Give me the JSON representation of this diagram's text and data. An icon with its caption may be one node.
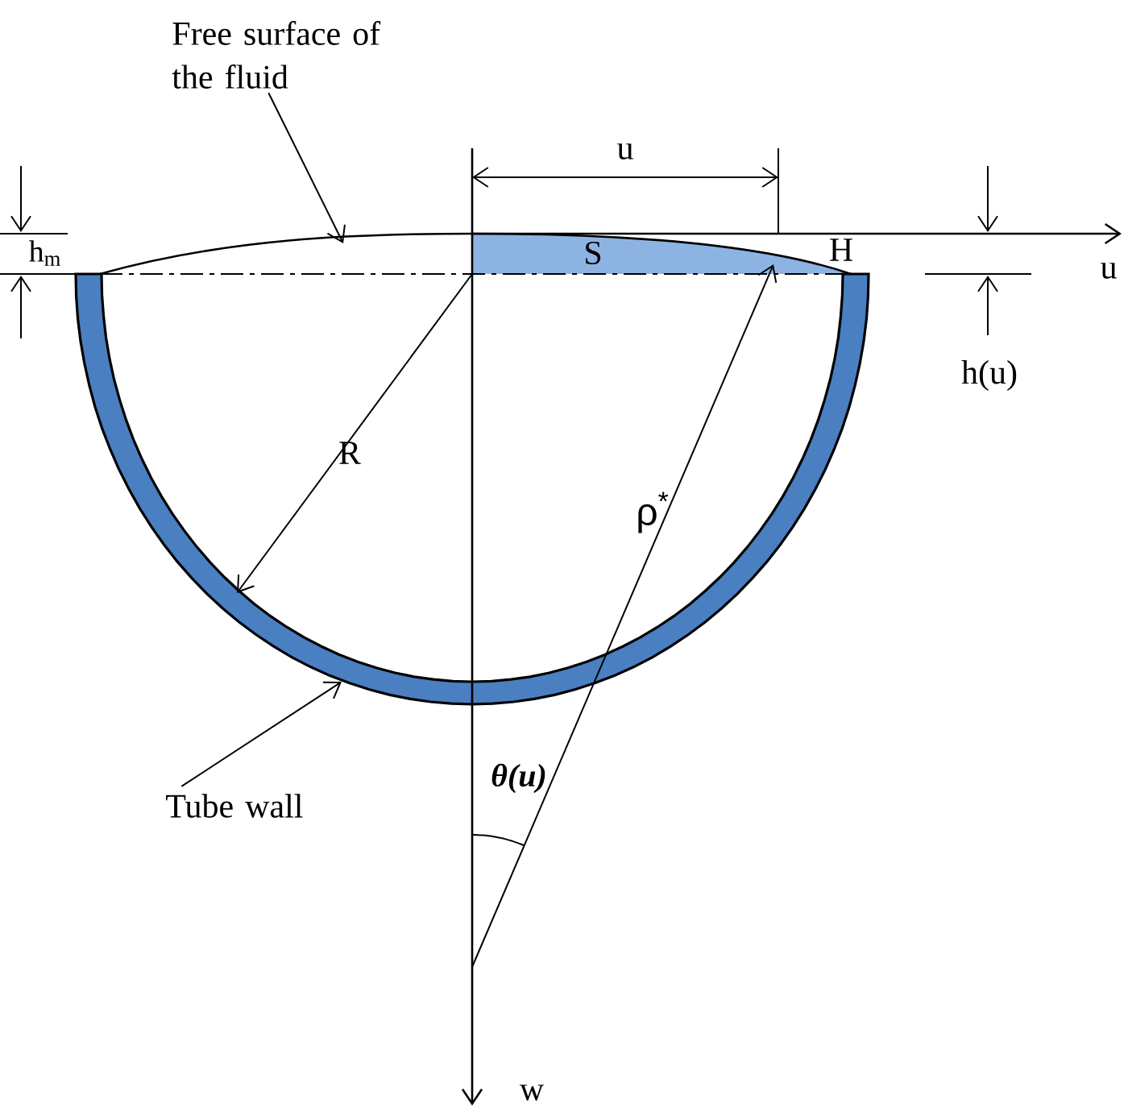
{
  "diagram": {
    "nodes": [
      {
        "text": [
          "Free surface of the fluid"
        ]
      },
      {
        "text": [
          "Tube wall"
        ]
      }
    ],
    "edges": [
      {
        "from": 0,
        "to": null,
        "arrow": "to"
      },
      {
        "from": 1,
        "to": null,
        "arrow": "to"
      }
    ],
    "labels": [
      "u",
      "h$_{m}$",
      "S",
      "H",
      "u",
      "h(u)",
      "R",
      "ρ$^{*}$",
      "θ(u)",
      "w"
    ]
  }
}
